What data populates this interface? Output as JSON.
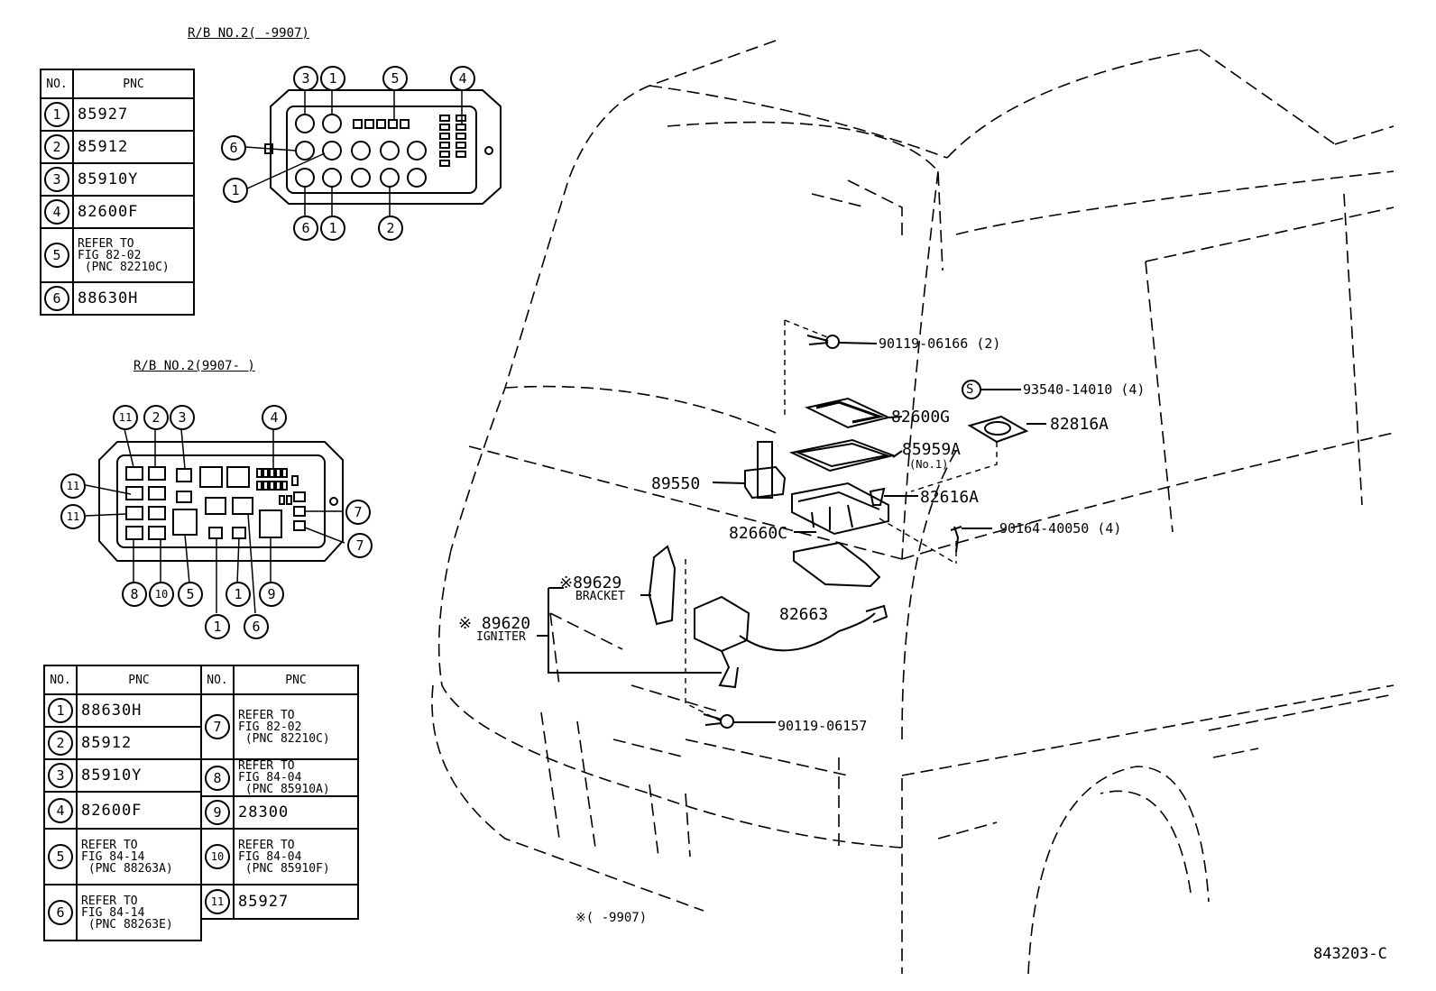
{
  "header1": "R/B NO.2(    -9907)",
  "header2": "R/B NO.2(9907-    )",
  "table1": {
    "col_no": "NO.",
    "col_pnc": "PNC",
    "rows": [
      {
        "no": "1",
        "pnc": "85927"
      },
      {
        "no": "2",
        "pnc": "85912"
      },
      {
        "no": "3",
        "pnc": "85910Y"
      },
      {
        "no": "4",
        "pnc": "82600F"
      },
      {
        "no": "5",
        "lines": [
          "REFER TO",
          "FIG 82-02",
          " (PNC 82210C)"
        ]
      },
      {
        "no": "6",
        "pnc": "88630H"
      }
    ]
  },
  "table2": {
    "col_no": "NO.",
    "col_pnc": "PNC",
    "left_rows": [
      {
        "no": "1",
        "pnc": "88630H"
      },
      {
        "no": "2",
        "pnc": "85912"
      },
      {
        "no": "3",
        "pnc": "85910Y"
      },
      {
        "no": "4",
        "pnc": "82600F"
      },
      {
        "no": "5",
        "lines": [
          "REFER TO",
          "FIG 84-14",
          " (PNC 88263A)"
        ]
      },
      {
        "no": "6",
        "lines": [
          "REFER TO",
          "FIG 84-14",
          " (PNC 88263E)"
        ]
      }
    ],
    "right_rows": [
      {
        "no": "7",
        "lines": [
          "REFER TO",
          "FIG 82-02",
          " (PNC 82210C)"
        ]
      },
      {
        "no": "8",
        "lines": [
          "REFER TO",
          "FIG 84-04",
          " (PNC 85910A)"
        ]
      },
      {
        "no": "9",
        "pnc": "28300"
      },
      {
        "no": "10",
        "lines": [
          "REFER TO",
          "FIG 84-04",
          " (PNC 85910F)"
        ]
      },
      {
        "no": "11",
        "pnc": "85927"
      }
    ]
  },
  "box1_callouts": [
    "3",
    "1",
    "5",
    "4",
    "6",
    "1",
    "6",
    "1",
    "2"
  ],
  "box2_callouts": [
    "11",
    "2",
    "3",
    "4",
    "11",
    "11",
    "7",
    "7",
    "8",
    "10",
    "5",
    "1",
    "9",
    "1",
    "6"
  ],
  "parts": {
    "p90119_06166": "90119-06166 (2)",
    "p93540_14010": "93540-14010 (4)",
    "p82600G": "82600G",
    "p82816A": "82816A",
    "p85959A": "85959A",
    "p85959A_sub": "(No.1)",
    "p89550": "89550",
    "p82616A": "82616A",
    "p82660C": "82660C",
    "p90164_40050": "90164-40050 (4)",
    "p89629": "※89629",
    "p89629_sub": "BRACKET",
    "p82663": "82663",
    "p89620": "※ 89620",
    "p89620_sub": "IGNITER",
    "p90119_06157": "90119-06157",
    "s_mark": "S"
  },
  "footnote": "※(     -9907)",
  "figure_id": "843203-C"
}
